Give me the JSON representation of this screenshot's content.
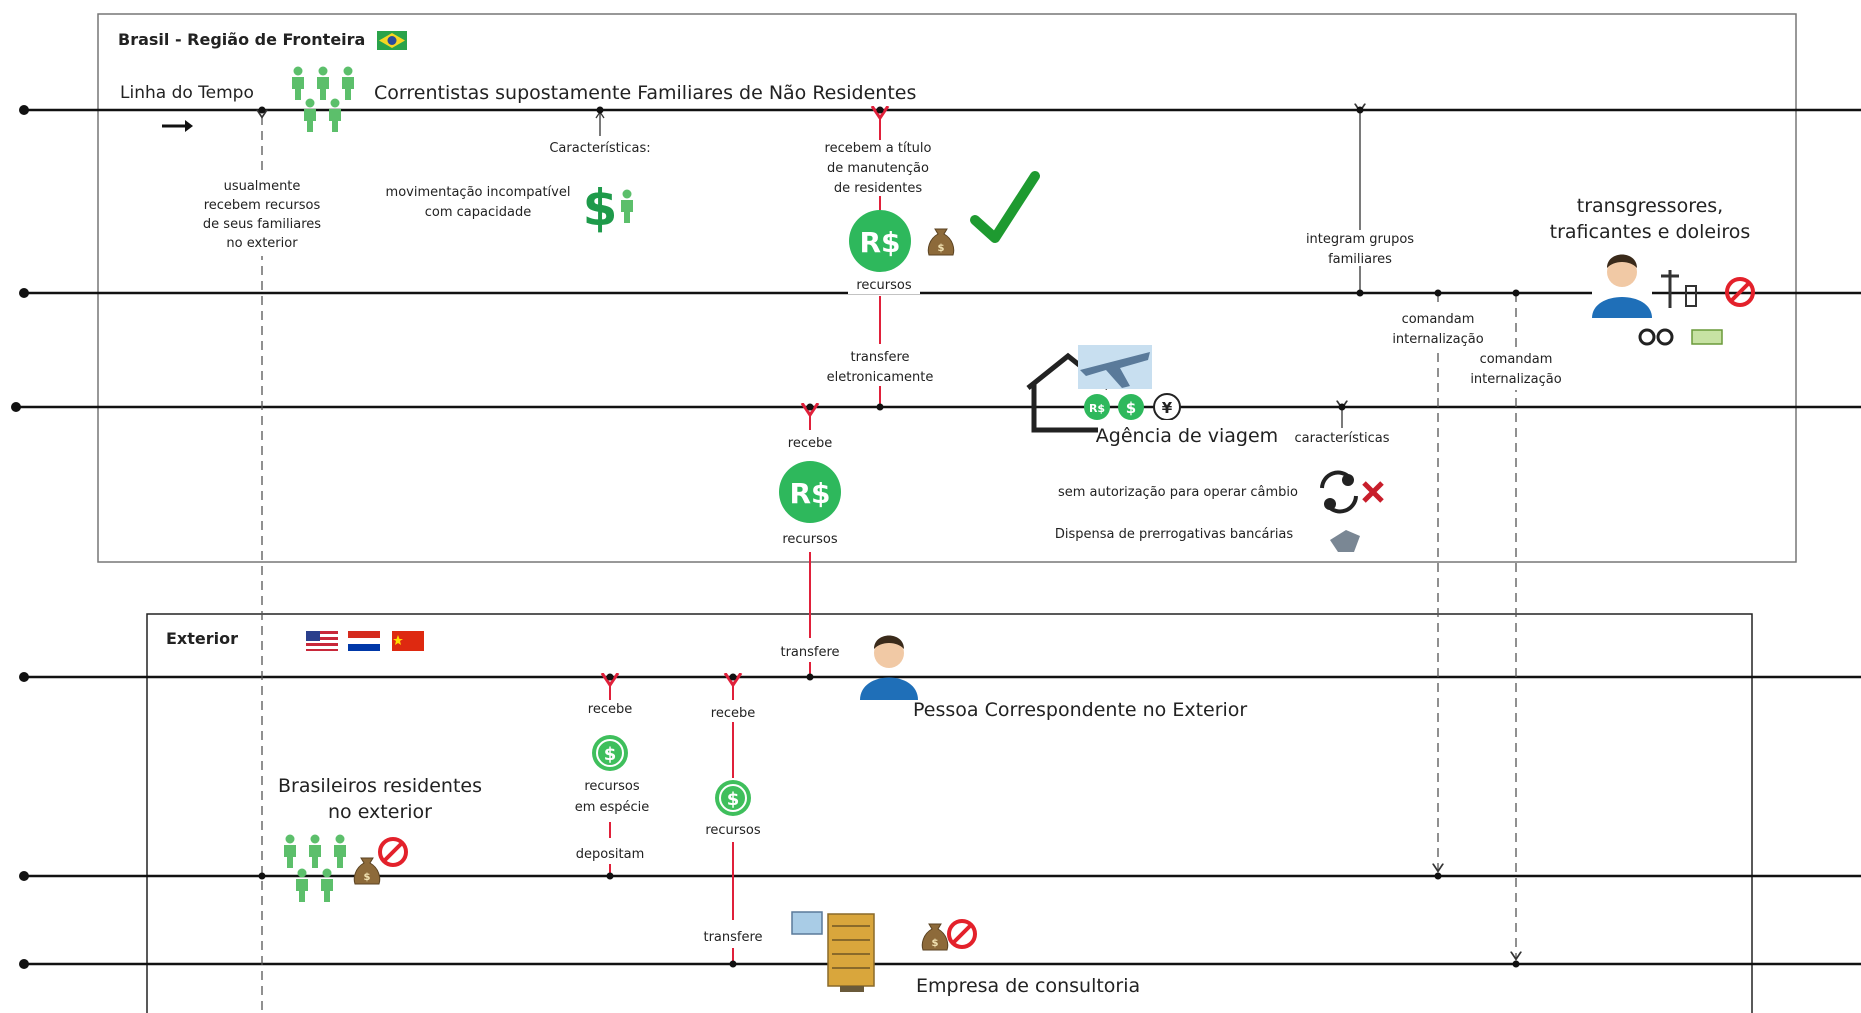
{
  "regions": {
    "brasil": {
      "title": "Brasil - Região de Fronteira"
    },
    "exterior": {
      "title": "Exterior"
    }
  },
  "timeline": {
    "label": "Linha do Tempo"
  },
  "actors": {
    "correntistas": "Correntistas supostamente Familiares de Não Residentes",
    "transgressores_line1": "transgressores,",
    "transgressores_line2": "traficantes e doleiros",
    "agencia": "Agência de viagem",
    "pessoa": "Pessoa Correspondente no Exterior",
    "brasileiros_line1": "Brasileiros residentes",
    "brasileiros_line2": "no exterior",
    "empresa": "Empresa de consultoria"
  },
  "notes": {
    "usualmente": [
      "usualmente",
      "recebem recursos",
      "de seus familiares",
      "no exterior"
    ],
    "caracteristicas1": "Características:",
    "movimentacao": [
      "movimentação incompatível",
      "com capacidade"
    ],
    "recebem_titulo": [
      "recebem a título",
      "de manutenção",
      "de residentes"
    ],
    "recursos_top": "recursos",
    "transfere_eletr": [
      "transfere",
      "eletronicamente"
    ],
    "integram": [
      "integram grupos",
      "familiares"
    ],
    "comandam1": [
      "comandam",
      "internalização"
    ],
    "comandam2": [
      "comandam",
      "internalização"
    ],
    "caracteristicas2": "características",
    "sem_autorizacao": "sem autorização para operar câmbio",
    "dispensa": "Dispensa de prerrogativas bancárias",
    "recebe_mid": "recebe",
    "recursos_mid": "recursos",
    "transfere_ext": "transfere",
    "recebe_ext1": "recebe",
    "recursos_especie": [
      "recursos",
      "em espécie"
    ],
    "depositam": "depositam",
    "recebe_ext2": "recebe",
    "recursos_ext2": "recursos",
    "transfere_bottom": "transfere"
  },
  "symbols": {
    "real": "R$",
    "dollar": "$",
    "yen": "¥"
  },
  "colors": {
    "green": "#2eb85c",
    "red_arrow": "#e0203a",
    "forbidden": "#e3212b",
    "person_green": "#5cbf6b",
    "avatar_blue": "#1f6fb8"
  }
}
